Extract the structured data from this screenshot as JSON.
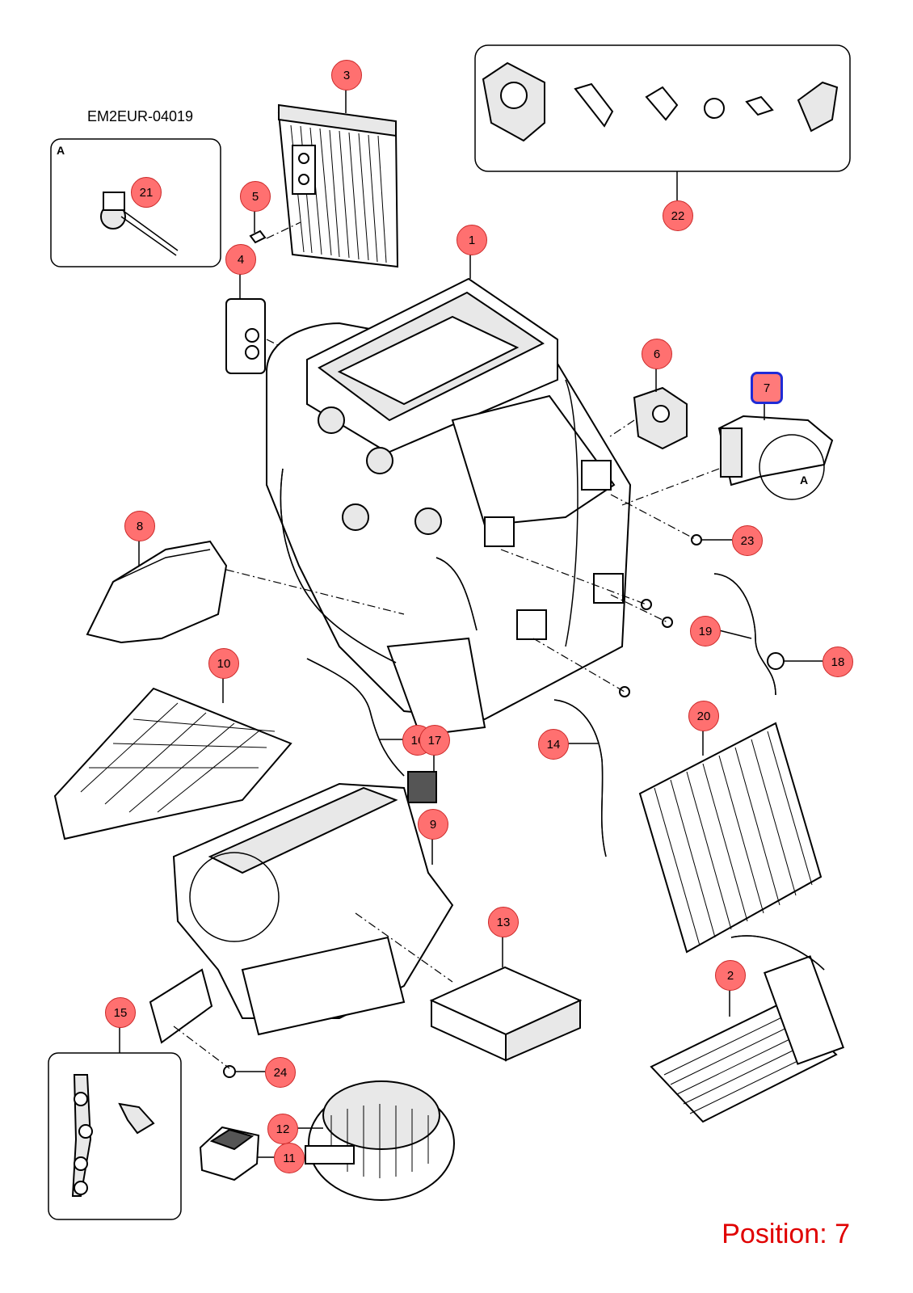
{
  "reference_code": "EM2EUR-04019",
  "inset_letters": [
    "A",
    "A"
  ],
  "position_label": "Position: 7",
  "selected_part": "7",
  "callouts": [
    "1",
    "2",
    "3",
    "4",
    "5",
    "6",
    "7",
    "8",
    "9",
    "10",
    "11",
    "12",
    "13",
    "14",
    "15",
    "16",
    "17",
    "18",
    "19",
    "20",
    "21",
    "22",
    "23",
    "24"
  ],
  "colors": {
    "callout_fill": "#ff7070",
    "selection_outline": "#1f2bd6",
    "position_text": "#e00000"
  }
}
